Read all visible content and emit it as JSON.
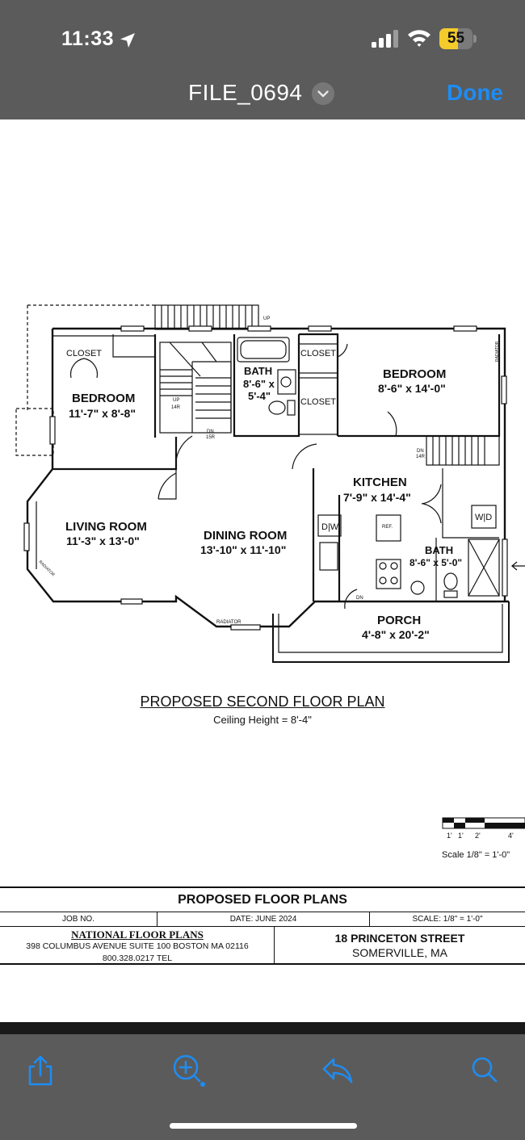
{
  "status_bar": {
    "time": "11:33",
    "battery_level": "55",
    "battery_fraction": 0.55
  },
  "nav": {
    "title": "FILE_0694",
    "done_label": "Done",
    "accent": "#1e8cf2"
  },
  "rooms": {
    "bedroom_left": {
      "name": "BEDROOM",
      "size": "11'-7\" x 8'-8\""
    },
    "living": {
      "name": "LIVING ROOM",
      "size": "11'-3\" x 13'-0\""
    },
    "dining": {
      "name": "DINING ROOM",
      "size": "13'-10\" x 11'-10\""
    },
    "bath_top": {
      "name": "BATH",
      "size_line1": "8'-6\" x",
      "size_line2": "5'-4\""
    },
    "bedroom_right": {
      "name": "BEDROOM",
      "size": "8'-6\" x 14'-0\""
    },
    "kitchen": {
      "name": "KITCHEN",
      "size": "7'-9\" x 14'-4\""
    },
    "bath_bottom": {
      "name": "BATH",
      "size": "8'-6\" x 5'-0\""
    },
    "porch": {
      "name": "PORCH",
      "size": "4'-8\" x 20'-2\""
    }
  },
  "labels": {
    "closet": "CLOSET",
    "up": "UP",
    "up_14r": "UP",
    "r14": "14R",
    "dn": "DN",
    "r15": "15R",
    "dn_14r": "DN",
    "radiator": "RADIATOR",
    "dw": "D|W",
    "ref": "REF.",
    "wd": "W|D"
  },
  "plan_caption": {
    "title": "PROPOSED SECOND FLOOR PLAN",
    "subtitle": "Ceiling Height = 8'-4\""
  },
  "scale_bar": {
    "ticks": [
      "1'",
      "1'",
      "2'",
      "4'"
    ],
    "label": "Scale  1/8\" = 1'-0\""
  },
  "title_block": {
    "heading": "PROPOSED FLOOR PLANS",
    "job_no": "JOB NO.",
    "date": "DATE: JUNE 2024",
    "scale": "SCALE: 1/8\" = 1'-0\"",
    "company": "NATIONAL FLOOR PLANS",
    "address": "398 COLUMBUS AVENUE SUITE 100 BOSTON MA 02116",
    "phone": "800.328.0217 TEL",
    "street": "18 PRINCETON STREET",
    "city": "SOMERVILLE, MA"
  },
  "toolbar": {
    "share_icon": "share-icon",
    "markup_icon": "markup-icon",
    "reply_icon": "reply-icon",
    "search_icon": "search-icon"
  }
}
